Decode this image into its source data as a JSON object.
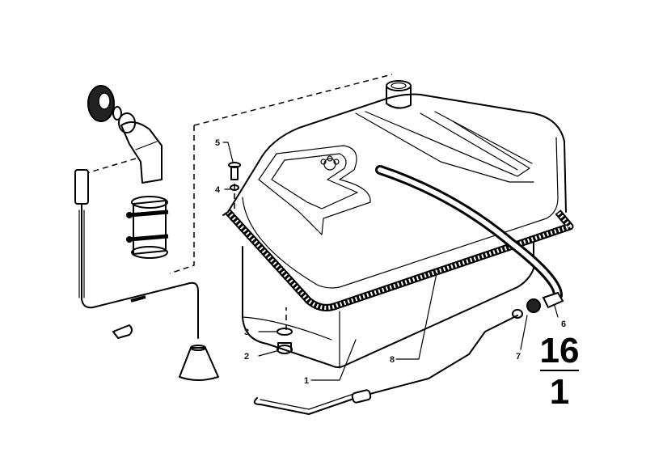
{
  "callouts": {
    "c1": "1",
    "c2": "2",
    "c3": "3",
    "c4": "4",
    "c5": "5",
    "c6": "6",
    "c7": "7",
    "c8": "8"
  },
  "reference": {
    "top": "16",
    "bottom": "1"
  }
}
